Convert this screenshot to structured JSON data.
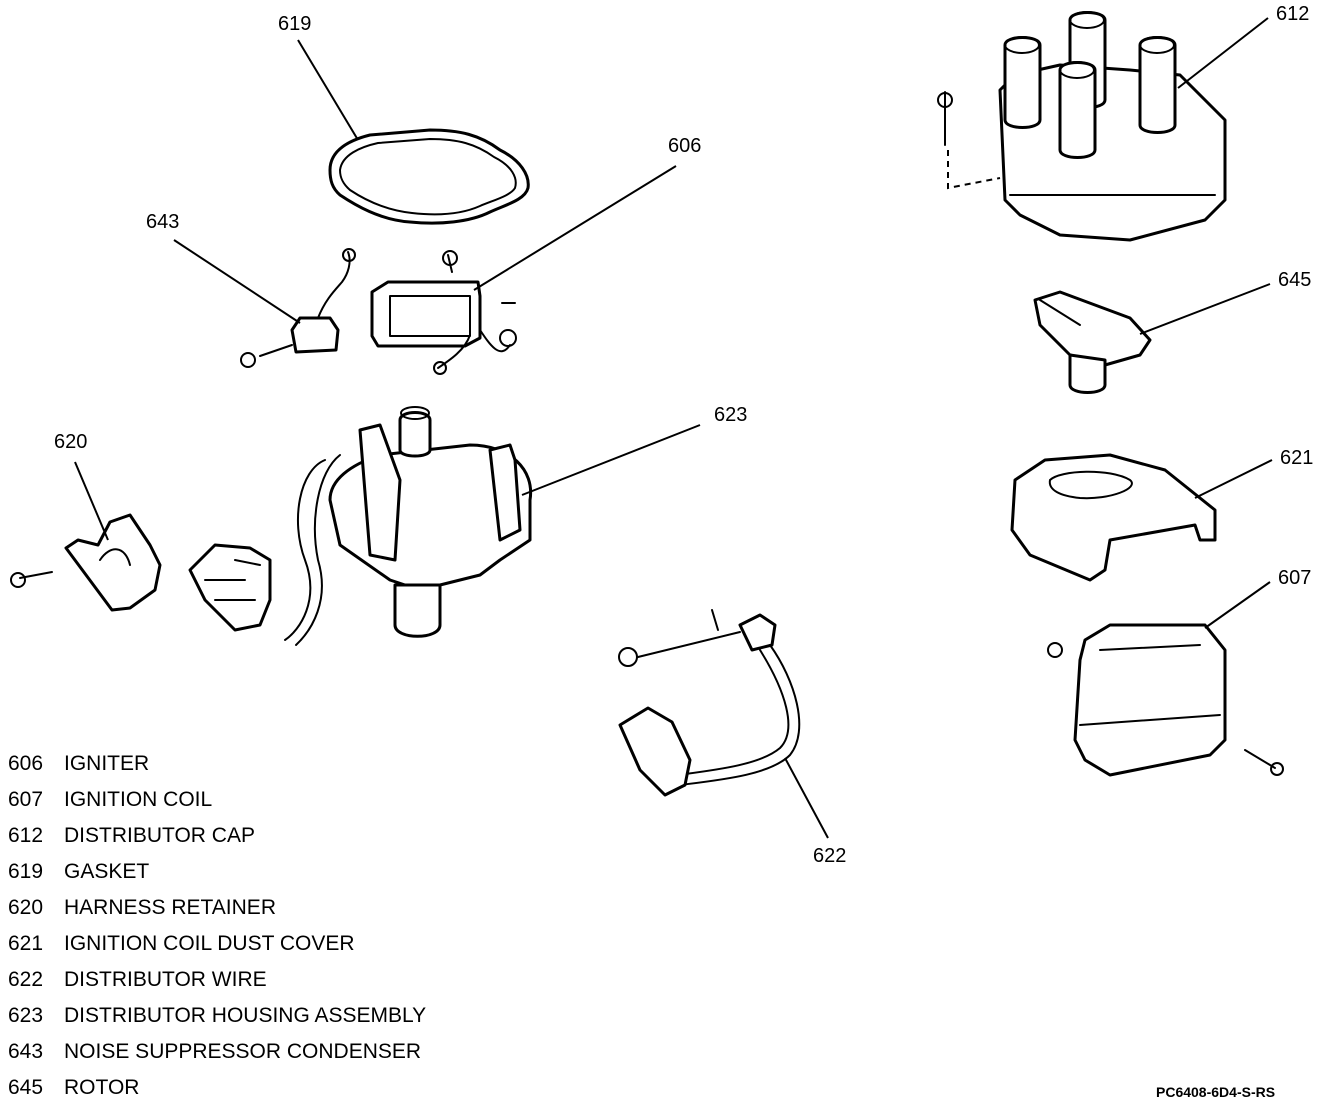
{
  "callouts": {
    "c606": "606",
    "c607": "607",
    "c612": "612",
    "c619": "619",
    "c620": "620",
    "c621": "621",
    "c622": "622",
    "c623": "623",
    "c643": "643",
    "c645": "645"
  },
  "legend": [
    {
      "number": "606",
      "label": "IGNITER"
    },
    {
      "number": "607",
      "label": "IGNITION COIL"
    },
    {
      "number": "612",
      "label": "DISTRIBUTOR CAP"
    },
    {
      "number": "619",
      "label": "GASKET"
    },
    {
      "number": "620",
      "label": "HARNESS RETAINER"
    },
    {
      "number": "621",
      "label": "IGNITION COIL DUST COVER"
    },
    {
      "number": "622",
      "label": "DISTRIBUTOR WIRE"
    },
    {
      "number": "623",
      "label": "DISTRIBUTOR HOUSING ASSEMBLY"
    },
    {
      "number": "643",
      "label": "NOISE SUPPRESSOR CONDENSER"
    },
    {
      "number": "645",
      "label": "ROTOR"
    }
  ],
  "figure_code": "PC6408-6D4-S-RS"
}
